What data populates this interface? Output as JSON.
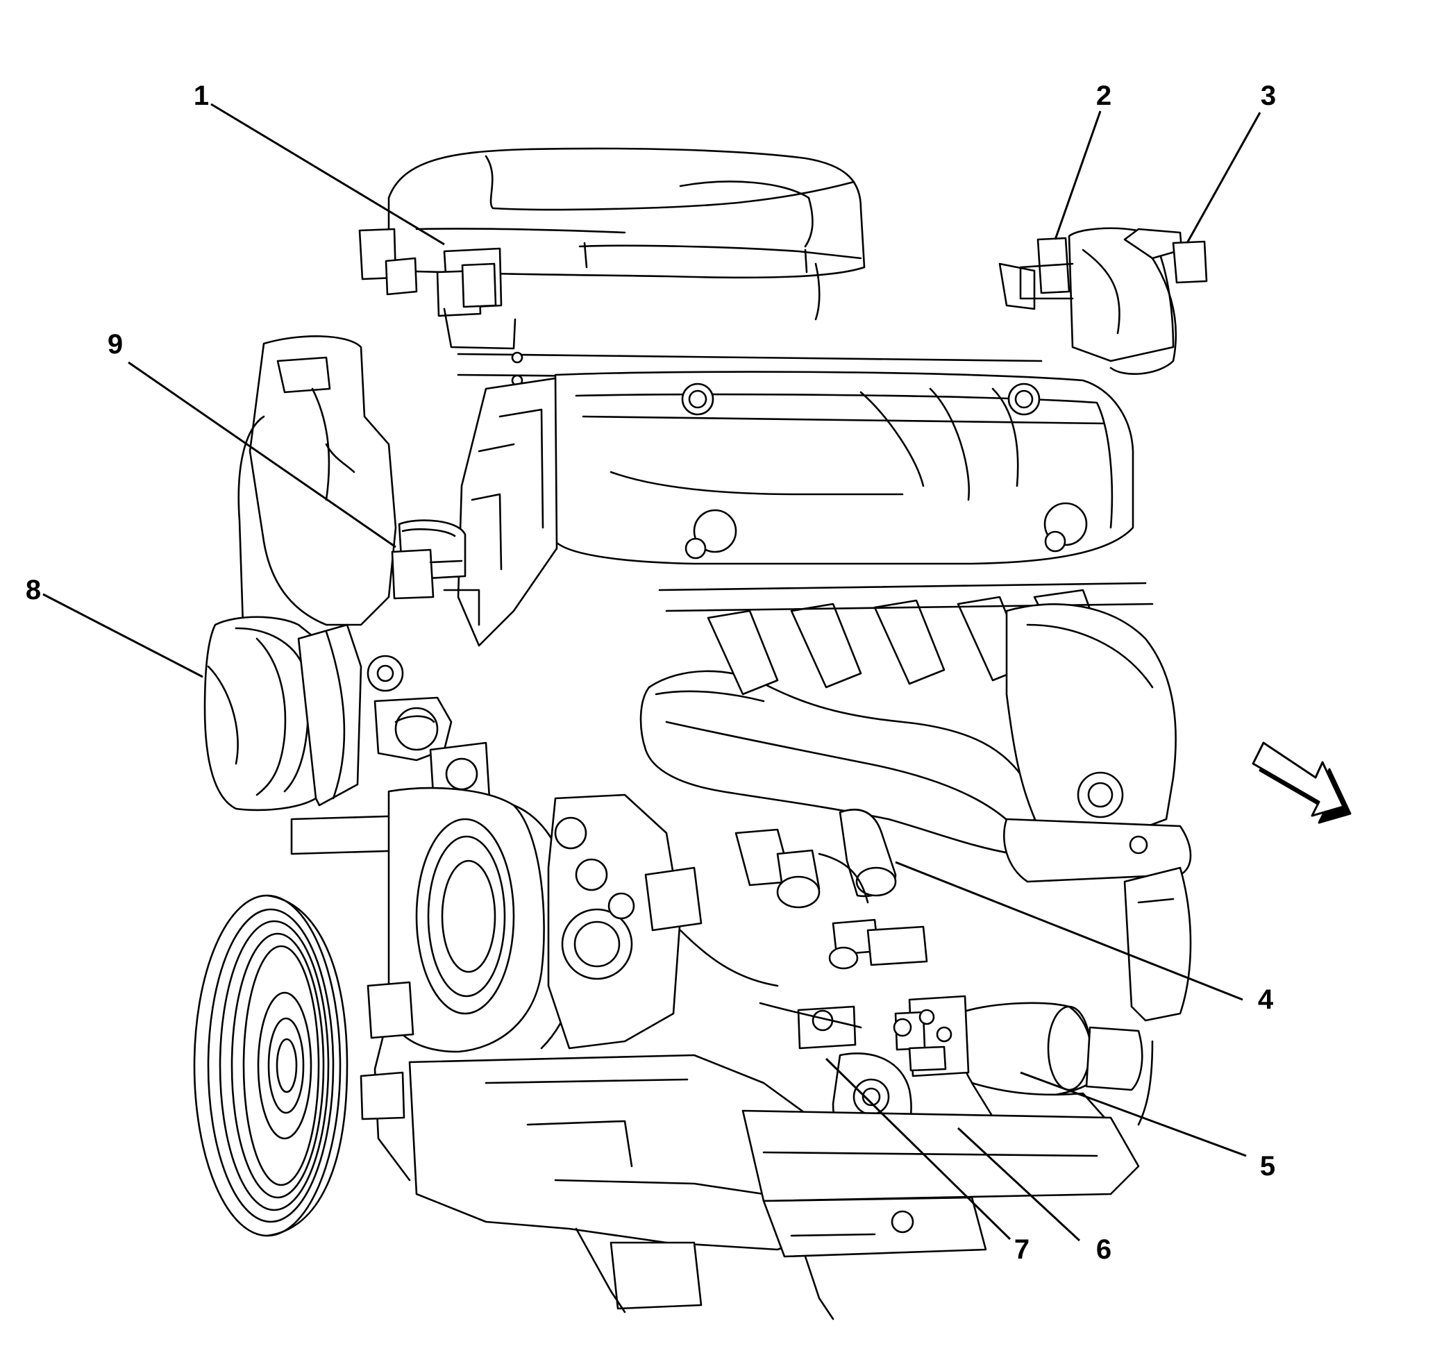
{
  "diagram": {
    "subject": "engine-assembly-line-drawing",
    "colors": {
      "line": "#000000",
      "background": "#ffffff"
    },
    "callouts": [
      {
        "id": "1",
        "label": "1"
      },
      {
        "id": "2",
        "label": "2"
      },
      {
        "id": "3",
        "label": "3"
      },
      {
        "id": "4",
        "label": "4"
      },
      {
        "id": "5",
        "label": "5"
      },
      {
        "id": "6",
        "label": "6"
      },
      {
        "id": "7",
        "label": "7"
      },
      {
        "id": "8",
        "label": "8"
      },
      {
        "id": "9",
        "label": "9"
      }
    ],
    "orientation_arrow_icon": "front-direction-arrow-icon"
  }
}
